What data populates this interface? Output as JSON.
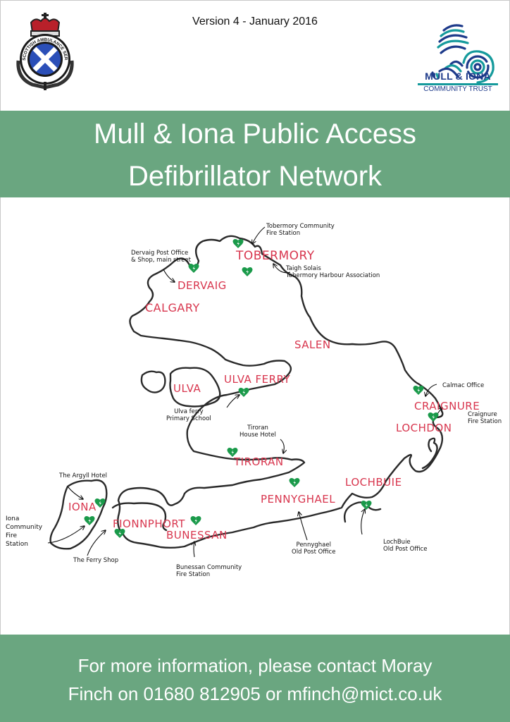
{
  "header": {
    "version": "Version 4 - January 2016",
    "left_logo": {
      "name": "Scottish Ambulance Service",
      "ring_text": "SCOTTISH AMBULANCE SERVICE",
      "icon": "saltire-crest-icon"
    },
    "right_logo": {
      "name": "MULL & IONA",
      "subtitle": "COMMUNITY TRUST",
      "icon": "fingerprint-island-icon",
      "colors": {
        "navy": "#1d3a8a",
        "teal": "#159a9c"
      }
    }
  },
  "title": {
    "line1": "Mull & Iona Public Access",
    "line2": "Defibrillator Network",
    "banner_color": "#6aa680"
  },
  "map": {
    "marker_icon": "defibrillator-heart-icon",
    "marker_color": "#1a9a4a",
    "place_label_color": "#d8364e",
    "places": [
      {
        "id": "tobermory",
        "label": "TOBERMORY"
      },
      {
        "id": "dervaig",
        "label": "DERVAIG"
      },
      {
        "id": "calgary",
        "label": "CALGARY"
      },
      {
        "id": "salen",
        "label": "SALEN"
      },
      {
        "id": "ulva",
        "label": "ULVA"
      },
      {
        "id": "ulva_ferry",
        "label": "ULVA FERRY"
      },
      {
        "id": "craignure",
        "label": "CRAIGNURE"
      },
      {
        "id": "lochdon",
        "label": "LOCHDON"
      },
      {
        "id": "tiroran",
        "label": "TIRORAN"
      },
      {
        "id": "pennyghael",
        "label": "PENNYGHAEL"
      },
      {
        "id": "lochbuie",
        "label": "LOCHBUIE"
      },
      {
        "id": "iona",
        "label": "IONA"
      },
      {
        "id": "fionnphort",
        "label": "FIONNPHORT"
      },
      {
        "id": "bunessan",
        "label": "BUNESSAN"
      }
    ],
    "defibrillators": [
      {
        "id": "tobermory_fire",
        "note_lines": [
          "Tobermory Community",
          "Fire Station"
        ]
      },
      {
        "id": "tobermory_harbour",
        "note_lines": [
          "Taigh Solais",
          "Tobermory Harbour Association"
        ]
      },
      {
        "id": "dervaig_po",
        "note_lines": [
          "Dervaig Post Office",
          "& Shop, main street"
        ]
      },
      {
        "id": "ulva_ferry_school",
        "note_lines": [
          "Ulva ferry",
          "Primary School"
        ]
      },
      {
        "id": "calmac",
        "note_lines": [
          "Calmac Office"
        ]
      },
      {
        "id": "craignure_fire",
        "note_lines": [
          "Craignure",
          "Fire Station"
        ]
      },
      {
        "id": "tiroran_hotel",
        "note_lines": [
          "Tiroran",
          "House Hotel"
        ]
      },
      {
        "id": "pennyghael_po",
        "note_lines": [
          "Pennyghael",
          "Old Post Office"
        ]
      },
      {
        "id": "lochbuie_po",
        "note_lines": [
          "LochBuie",
          "Old Post Office"
        ]
      },
      {
        "id": "argyll_hotel",
        "note_lines": [
          "The Argyll Hotel"
        ]
      },
      {
        "id": "iona_fire",
        "note_lines": [
          "Iona",
          "Community",
          "Fire",
          "Station"
        ]
      },
      {
        "id": "ferry_shop",
        "note_lines": [
          "The Ferry Shop"
        ]
      },
      {
        "id": "bunessan_fire",
        "note_lines": [
          "Bunessan Community",
          "Fire Station"
        ]
      }
    ]
  },
  "footer": {
    "line1": "For more information, please contact Moray",
    "line2": "Finch on 01680 812905 or mfinch@mict.co.uk",
    "contact_name": "Moray Finch",
    "phone": "01680 812905",
    "email": "mfinch@mict.co.uk"
  }
}
